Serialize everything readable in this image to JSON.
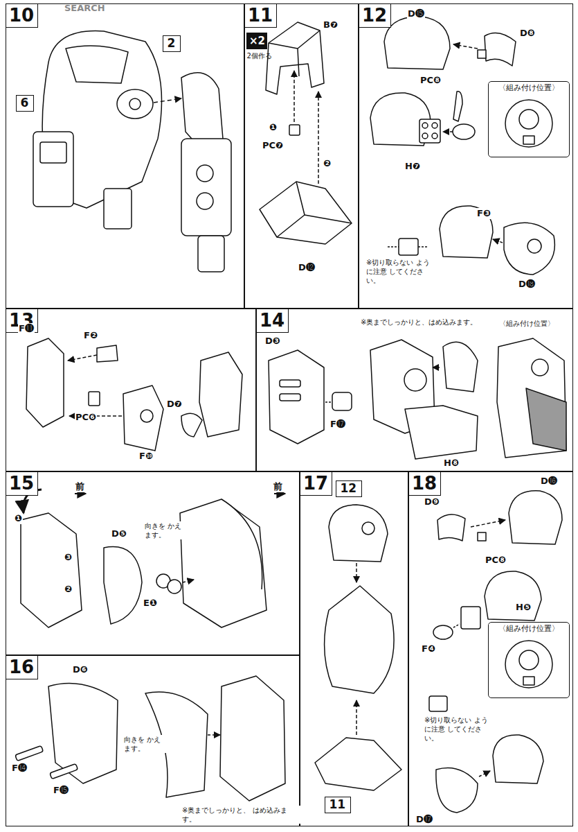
{
  "diagram": {
    "nodes": [
      {
        "text": [
          "10"
        ]
      },
      {
        "text": [
          "6"
        ],
        "in": 0
      },
      {
        "text": [
          "2"
        ],
        "in": 0
      },
      {
        "text": [
          "11"
        ]
      },
      {
        "text": [
          "×2",
          "2個作る"
        ],
        "in": 3
      },
      {
        "text": [
          "12"
        ]
      },
      {
        "text": [
          "〈組み付け位置〉"
        ],
        "in": 5
      },
      {
        "text": [
          "13"
        ]
      },
      {
        "text": [
          "14"
        ]
      },
      {
        "text": [
          "15"
        ]
      },
      {
        "text": [
          "16"
        ]
      },
      {
        "text": [
          "17"
        ]
      },
      {
        "text": [
          "12"
        ],
        "in": 11
      },
      {
        "text": [
          "11"
        ],
        "in": 11
      },
      {
        "text": [
          "18"
        ]
      },
      {
        "text": [
          "〈組み付け位置〉"
        ],
        "in": 14
      }
    ],
    "labels": [
      "SEARCH",
      "B❼",
      "❶",
      "PC❼",
      "❷",
      "D⓬",
      "D⓯",
      "D❽",
      "PC❽",
      "H❼",
      "F❸",
      "D⓲",
      "※切り取らない ように注意 してください。",
      "F⓫",
      "F❷",
      "F❿",
      "PC❻",
      "D❼",
      "D❸",
      "F⓱",
      "※奥までしっかりと、はめ込みます。",
      "〈組み付け位置〉",
      "H❽",
      "前",
      "❶",
      "❸",
      "❷",
      "D❺",
      "前",
      "向きを かえます。",
      "E❶",
      "D❻",
      "F⓮",
      "F⓯",
      "向きを かえます。",
      "※奥までしっかりと、 はめ込みます。",
      "D❾",
      "D⓰",
      "PC❽",
      "F❹",
      "H❺",
      "※切り取らない ように注意 してください。",
      "D⓱"
    ]
  }
}
